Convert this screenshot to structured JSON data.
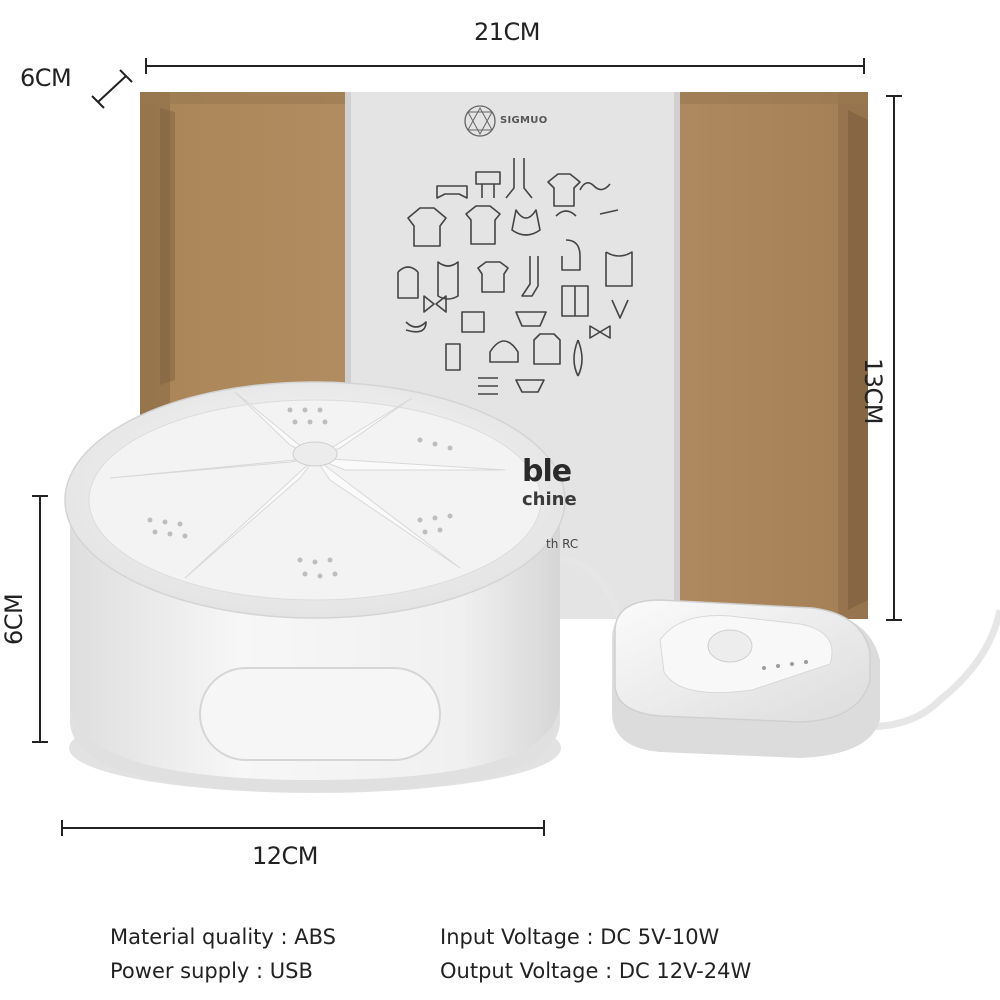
{
  "dimensions": {
    "box_width": "21CM",
    "box_depth": "6CM",
    "box_height": "13CM",
    "device_height": "6CM",
    "device_width": "12CM"
  },
  "box": {
    "brand": "SIGMUO",
    "title_fragment": "ble",
    "subtitle_fragment": "chine",
    "note_fragment": "th RC"
  },
  "specs": [
    {
      "label": "Material quality : ABS"
    },
    {
      "label": "Input Voltage : DC 5V-10W"
    },
    {
      "label": "Power supply : USB"
    },
    {
      "label": "Output Voltage : DC 12V-24W"
    }
  ],
  "colors": {
    "cardboard": "#b08c62",
    "cardboard_dark": "#8e6d48",
    "label_panel": "#e4e4e4",
    "device_white": "#f2f2f2",
    "device_shadow": "#d2d2d2",
    "dimension_line": "#222222"
  }
}
